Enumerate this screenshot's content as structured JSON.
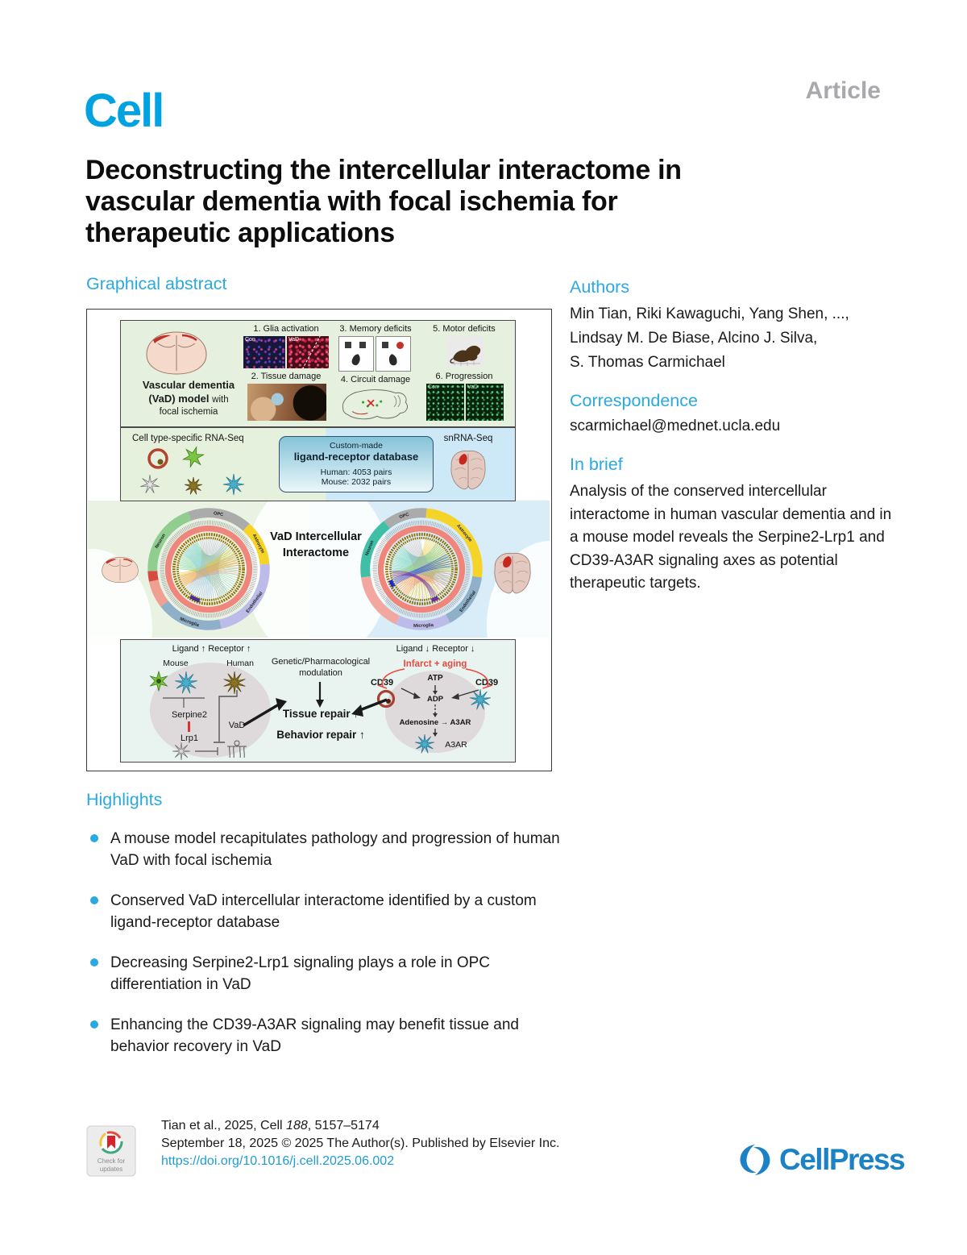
{
  "header": {
    "journal_logo": "Cell",
    "article_type": "Article"
  },
  "title_lines": [
    "Deconstructing the intercellular interactome in",
    "vascular dementia with focal ischemia for",
    "therapeutic applications"
  ],
  "graphical_abstract": {
    "heading": "Graphical abstract"
  },
  "authors": {
    "heading": "Authors",
    "lines": [
      "Min Tian, Riki Kawaguchi, Yang Shen, ...,",
      "Lindsay M. De Biase, Alcino J. Silva,",
      "S. Thomas Carmichael"
    ]
  },
  "correspondence": {
    "heading": "Correspondence",
    "email": "scarmichael@mednet.ucla.edu"
  },
  "in_brief": {
    "heading": "In brief",
    "text": "Analysis of the conserved intercellular interactome in human vascular dementia and in a mouse model reveals the Serpine2-Lrp1 and CD39-A3AR signaling axes as potential therapeutic targets."
  },
  "highlights": {
    "heading": "Highlights",
    "items": [
      "A mouse model recapitulates pathology and progression of human VaD with focal ischemia",
      "Conserved VaD intercellular interactome identified by a custom ligand-receptor database",
      "Decreasing Serpine2-Lrp1 signaling plays a role in OPC differentiation in VaD",
      "Enhancing the CD39-A3AR signaling may benefit tissue and behavior recovery in VaD"
    ]
  },
  "figure": {
    "model": {
      "bold1": "Vascular dementia",
      "bold2": "(VaD) model",
      "reg_inline": "with",
      "reg2": "focal ischemia"
    },
    "panels": [
      {
        "label": "1. Glia activation",
        "sub1": "Con",
        "sub2": "VaD"
      },
      {
        "label": "2. Tissue damage"
      },
      {
        "label": "3. Memory deficits"
      },
      {
        "label": "4. Circuit damage"
      },
      {
        "label": "5. Motor deficits"
      },
      {
        "label": "6. Progression",
        "sub1": "Con",
        "sub2": "VaD"
      }
    ],
    "seq": {
      "left_label": "Cell type-specific RNA-Seq",
      "db1": "Custom-made",
      "db2": "ligand-receptor database",
      "db3": "Human: 4053 pairs",
      "db4": "Mouse: 2032 pairs",
      "right_label": "snRNA-Seq"
    },
    "interactome": {
      "title1": "VaD Intercellular",
      "title2": "Interactome",
      "cell_types": [
        "OPC",
        "Astrocyte",
        "Endothelial",
        "Microglia",
        "Neuron"
      ]
    },
    "bottom": {
      "left_heading": "Ligand ↑ Receptor ↑",
      "mouse": "Mouse",
      "human": "Human",
      "serpine2": "Serpine2",
      "lrp1": "Lrp1",
      "vad": "VaD",
      "mod1": "Genetic/Pharmacological",
      "mod2": "modulation",
      "tissue": "Tissue repair ↑",
      "behavior": "Behavior repair ↑",
      "right_heading": "Ligand ↓ Receptor ↓",
      "infarct": "Infarct + aging",
      "cd39": "CD39",
      "atp": "ATP",
      "adp": "ADP",
      "adenosine": "Adenosine → A3AR",
      "a3ar": "A3AR"
    }
  },
  "footer": {
    "badge_line1": "Check for",
    "badge_line2": "updates",
    "citation_pre": "Tian et al., 2025, Cell ",
    "citation_vol": "188",
    "citation_post": ", 5157–5174",
    "pub_line": "September 18, 2025 © 2025 The Author(s). Published by Elsevier Inc.",
    "doi": "https://doi.org/10.1016/j.cell.2025.06.002",
    "publisher": "CellPress"
  }
}
